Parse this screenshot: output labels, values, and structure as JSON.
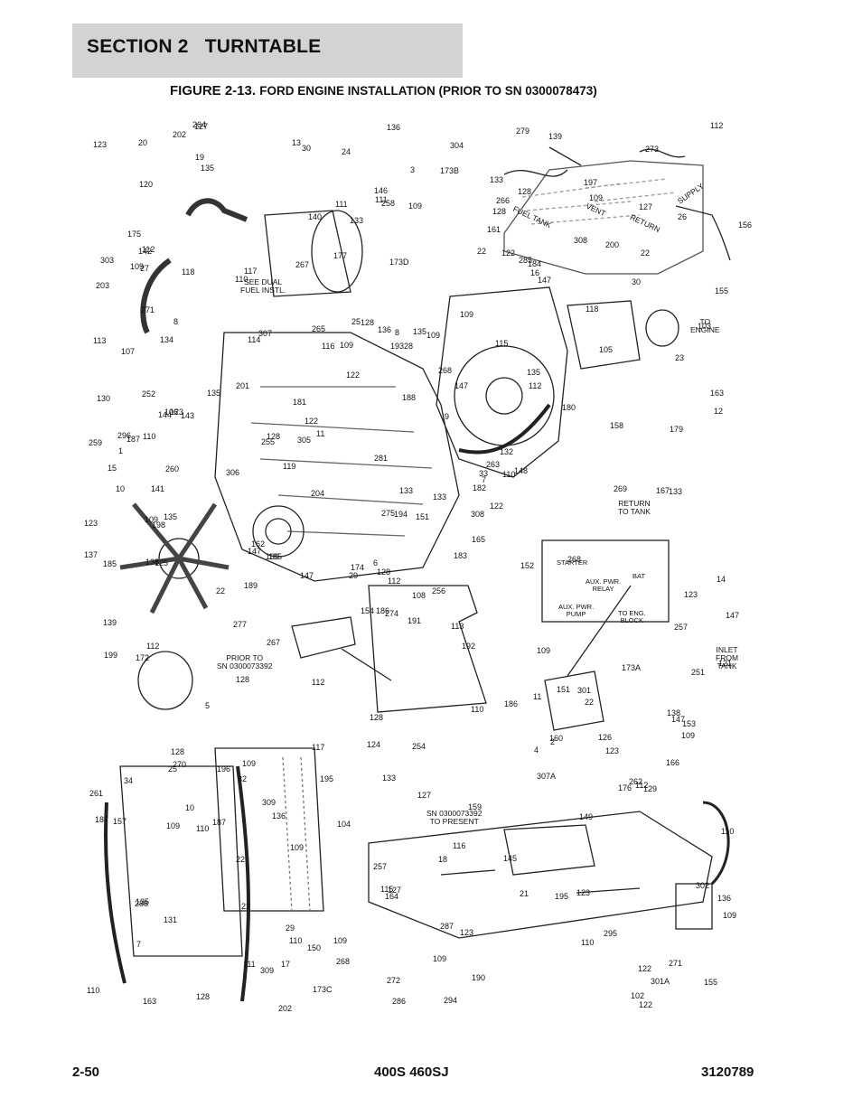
{
  "header": {
    "section": "SECTION 2   TURNTABLE"
  },
  "figure": {
    "number": "FIGURE 2-13.",
    "title": "FORD ENGINE INSTALLATION (PRIOR TO SN 0300078473)"
  },
  "notes": {
    "dual_fuel": "SEE DUAL\nFUEL INSTL.",
    "prior_to": "PRIOR TO\nSN 0300073392",
    "sn_present": "SN 0300073392\nTO PRESENT",
    "to_engine": "TO\nENGINE",
    "return_to_tank": "RETURN\nTO TANK",
    "inlet_from_tank": "INLET\nFROM\nTANK",
    "fuel_tank": "FUEL TANK",
    "vent": "VENT",
    "return": "RETURN",
    "supply": "SUPPLY"
  },
  "wiring_box": {
    "starter": "STARTER",
    "aux_relay": "AUX. PWR.\nRELAY",
    "aux_pump": "AUX. PWR.\nPUMP",
    "bat": "BAT",
    "to_eng_block": "TO ENG.\nBLOCK"
  },
  "callouts": [
    "191",
    "134",
    "128",
    "135",
    "182",
    "136",
    "128",
    "135",
    "184",
    "183",
    "135",
    "155",
    "135",
    "155",
    "154",
    "135",
    "128",
    "136",
    "9",
    "10",
    "11",
    "7",
    "22",
    "8",
    "7",
    "22",
    "8",
    "258",
    "10",
    "11",
    "12",
    "6",
    "257",
    "275",
    "307",
    "308",
    "309",
    "301A",
    "302",
    "301",
    "304",
    "305",
    "306",
    "307A",
    "309",
    "259",
    "308",
    "163",
    "164",
    "165",
    "109",
    "23",
    "303",
    "2",
    "21",
    "22",
    "19",
    "20",
    "18",
    "22",
    "3",
    "185",
    "187",
    "201",
    "200",
    "264",
    "266",
    "133",
    "133",
    "261",
    "133",
    "150",
    "151",
    "255",
    "288",
    "120",
    "135",
    "199",
    "281",
    "287",
    "133",
    "131",
    "152",
    "153",
    "272",
    "133",
    "254",
    "295",
    "294",
    "145",
    "146",
    "147",
    "148",
    "149",
    "151",
    "166",
    "1",
    "286",
    "285",
    "16",
    "22",
    "13",
    "14",
    "15",
    "5",
    "32",
    "29",
    "33",
    "30",
    "204",
    "257",
    "27",
    "28",
    "29",
    "30",
    "34",
    "274",
    "26",
    "25",
    "24",
    "25",
    "273",
    "268",
    "265",
    "268",
    "128",
    "271",
    "268",
    "269",
    "271",
    "270",
    "190",
    "128",
    "267",
    "251",
    "123",
    "267",
    "128",
    "121",
    "122",
    "113",
    "260",
    "262",
    "256",
    "263",
    "112",
    "109",
    "110",
    "115",
    "111",
    "179",
    "114",
    "296",
    "173C",
    "173A",
    "173B",
    "173D",
    "188",
    "189",
    "109",
    "110",
    "109",
    "137",
    "136",
    "128",
    "252",
    "128",
    "136",
    "127",
    "122",
    "129",
    "123",
    "130",
    "133",
    "132",
    "17",
    "22",
    "4",
    "113",
    "106",
    "107",
    "108",
    "109",
    "110",
    "142",
    "143",
    "144",
    "141",
    "109",
    "112",
    "147",
    "195",
    "193",
    "105",
    "122",
    "127",
    "125",
    "128",
    "126",
    "196",
    "198",
    "197",
    "122",
    "123",
    "180",
    "185",
    "186",
    "187",
    "124",
    "109",
    "110",
    "103",
    "119",
    "109",
    "167",
    "104",
    "110",
    "192",
    "112",
    "109",
    "111",
    "109",
    "110",
    "115",
    "111",
    "109",
    "110",
    "127",
    "202",
    "123",
    "279",
    "203",
    "202",
    "123",
    "277",
    "161",
    "162",
    "138",
    "139",
    "160",
    "163",
    "138",
    "139",
    "123",
    "127",
    "159",
    "109",
    "110",
    "112",
    "158",
    "109",
    "110",
    "112",
    "181",
    "102",
    "118",
    "117",
    "116",
    "147",
    "176",
    "112",
    "109",
    "157",
    "156",
    "194",
    "177",
    "116",
    "117",
    "118",
    "109",
    "140",
    "147",
    "109",
    "112",
    "147",
    "172",
    "122",
    "174",
    "122",
    "123",
    "147",
    "175",
    "186",
    "187",
    "195"
  ],
  "footer": {
    "page": "2-50",
    "model": "400S 460SJ",
    "doc": "3120789"
  }
}
